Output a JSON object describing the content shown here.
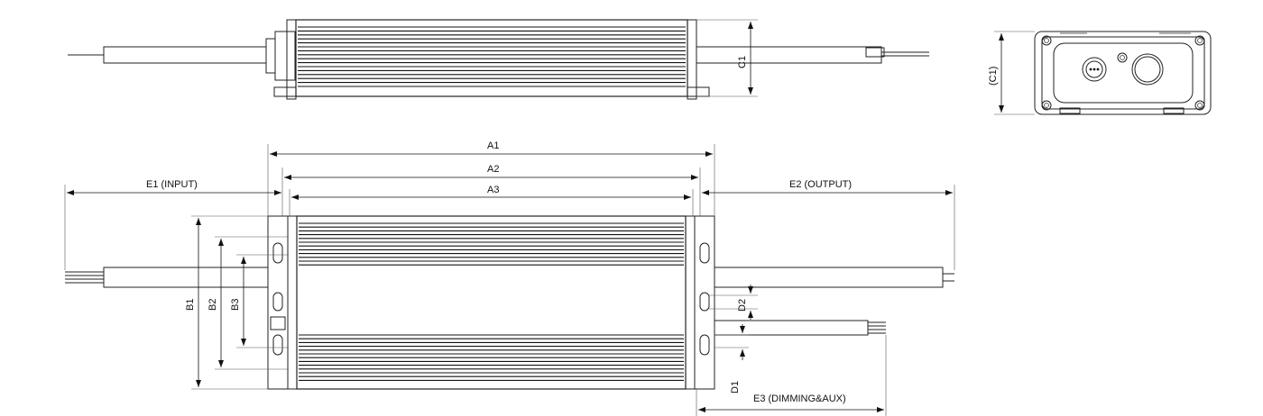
{
  "labels": {
    "a1": "A1",
    "a2": "A2",
    "a3": "A3",
    "b1": "B1",
    "b2": "B2",
    "b3": "B3",
    "c1": "C1",
    "c1_paren": "(C1)",
    "d1": "D1",
    "d2": "D2",
    "e1": "E1 (INPUT)",
    "e2": "E2 (OUTPUT)",
    "e3": "E3 (DIMMING&AUX)"
  },
  "colors": {
    "line": "#222222",
    "background": "#ffffff",
    "fin": "#111111"
  }
}
